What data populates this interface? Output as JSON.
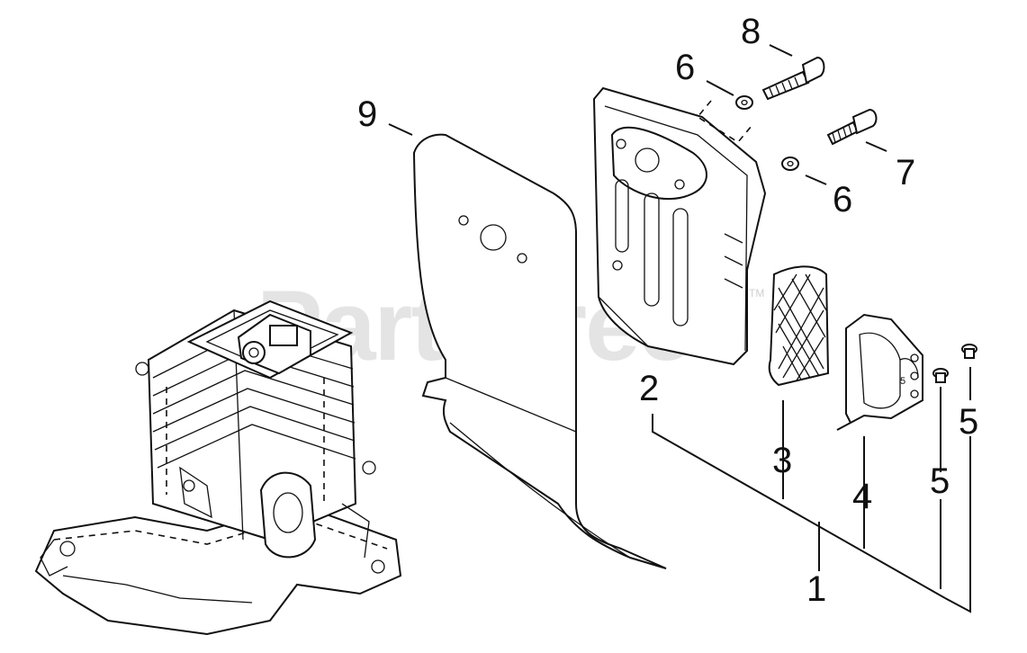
{
  "watermark": {
    "text": "PartsTree",
    "mark": "TM"
  },
  "callouts": {
    "c1": "1",
    "c2": "2",
    "c3": "3",
    "c4": "4",
    "c5a": "5",
    "c5b": "5",
    "c6a": "6",
    "c6b": "6",
    "c7": "7",
    "c8": "8",
    "c9": "9"
  },
  "parts": {
    "cylinder_engine": "engine-cylinder",
    "heat_shield_gasket": "gasket",
    "muffler_body": "muffler",
    "spark_arrestor_screen": "screen",
    "muffler_cover": "cover",
    "screw_small": "screw",
    "washer": "washer",
    "bolt_short": "bolt",
    "bolt_long": "bolt"
  },
  "colors": {
    "line": "#111111",
    "watermark": "#cfcfcf",
    "background": "#ffffff"
  }
}
